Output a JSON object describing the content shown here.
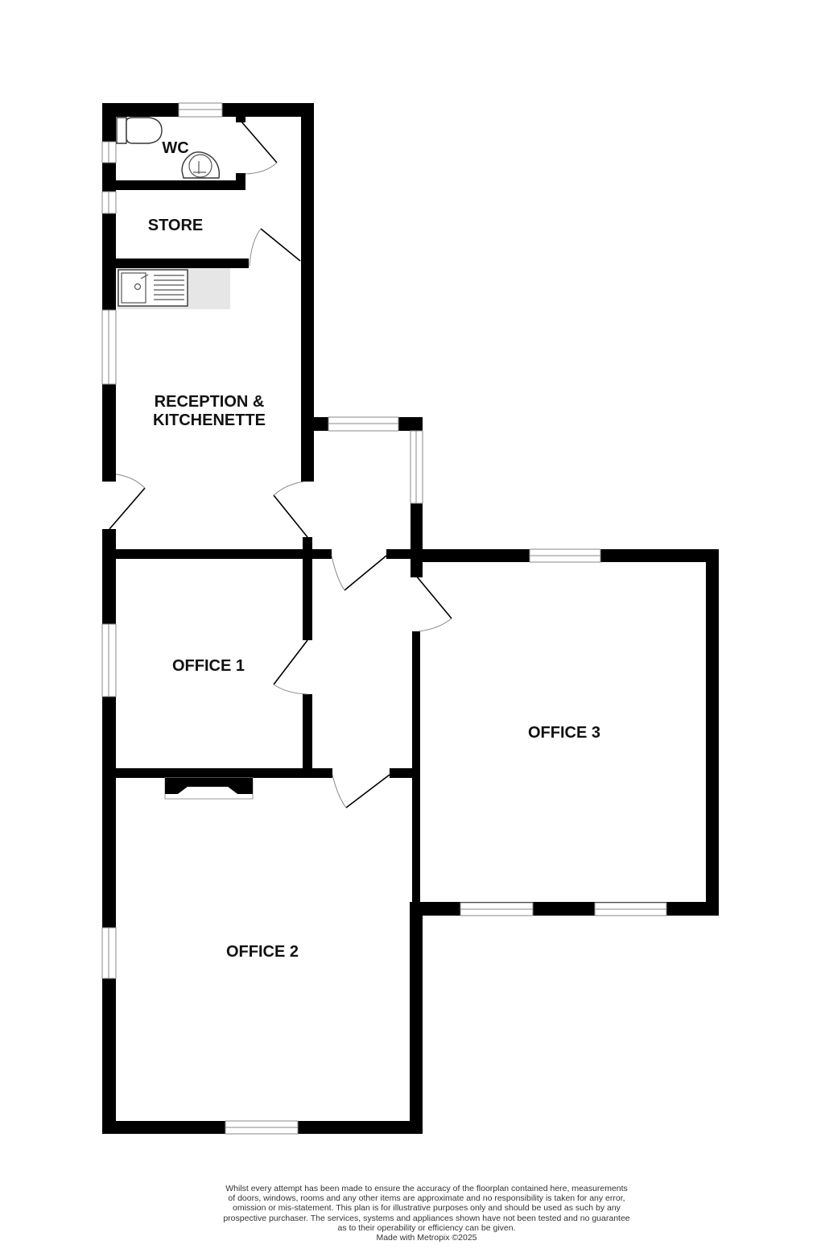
{
  "floorplan": {
    "colors": {
      "wall": "#000000",
      "window": "#8a8a8a",
      "counter": "#e6e6e6",
      "background": "#ffffff"
    },
    "rooms": [
      {
        "id": "wc",
        "label": "WC"
      },
      {
        "id": "store",
        "label": "STORE"
      },
      {
        "id": "reception",
        "label_line1": "RECEPTION &",
        "label_line2": "KITCHENETTE"
      },
      {
        "id": "office1",
        "label": "OFFICE 1"
      },
      {
        "id": "office2",
        "label": "OFFICE 2"
      },
      {
        "id": "office3",
        "label": "OFFICE 3"
      }
    ],
    "fixtures": [
      "toilet-icon",
      "wash-basin-icon",
      "kitchen-sink-icon",
      "fireplace-icon"
    ]
  },
  "disclaimer": {
    "lines": [
      "Whilst every attempt has been made to ensure the accuracy of the floorplan contained here, measurements",
      "of doors, windows, rooms and any other items are approximate and no responsibility is taken for any error,",
      "omission or mis-statement. This plan is for illustrative purposes only and should be used as such by any",
      "prospective purchaser. The services, systems and appliances shown have not been tested and no guarantee",
      "as to their operability or efficiency can be given."
    ],
    "credit": "Made with Metropix ©2025"
  }
}
